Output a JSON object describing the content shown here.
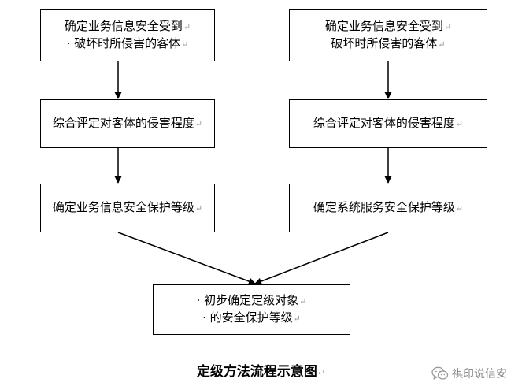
{
  "diagram": {
    "left_column": {
      "box1": {
        "line1": "确定业务信息安全受到",
        "line2": "· 破坏时所侵害的客体"
      },
      "box2": {
        "line1": "综合评定对客体的侵害程度"
      },
      "box3": {
        "line1": "确定业务信息安全保护等级"
      }
    },
    "right_column": {
      "box1": {
        "line1": "确定业务信息安全受到",
        "line2": "破坏时所侵害的客体"
      },
      "box2": {
        "line1": "综合评定对客体的侵害程度"
      },
      "box3": {
        "line1": "确定系统服务安全保护等级"
      }
    },
    "bottom_box": {
      "line1": "· 初步确定定级对象",
      "line2": "· 的安全保护等级"
    },
    "paragraph_mark": "↵"
  },
  "caption": "定级方法流程示意图",
  "watermark": {
    "text": "祺印说信安",
    "icon": "wechat-icon"
  }
}
